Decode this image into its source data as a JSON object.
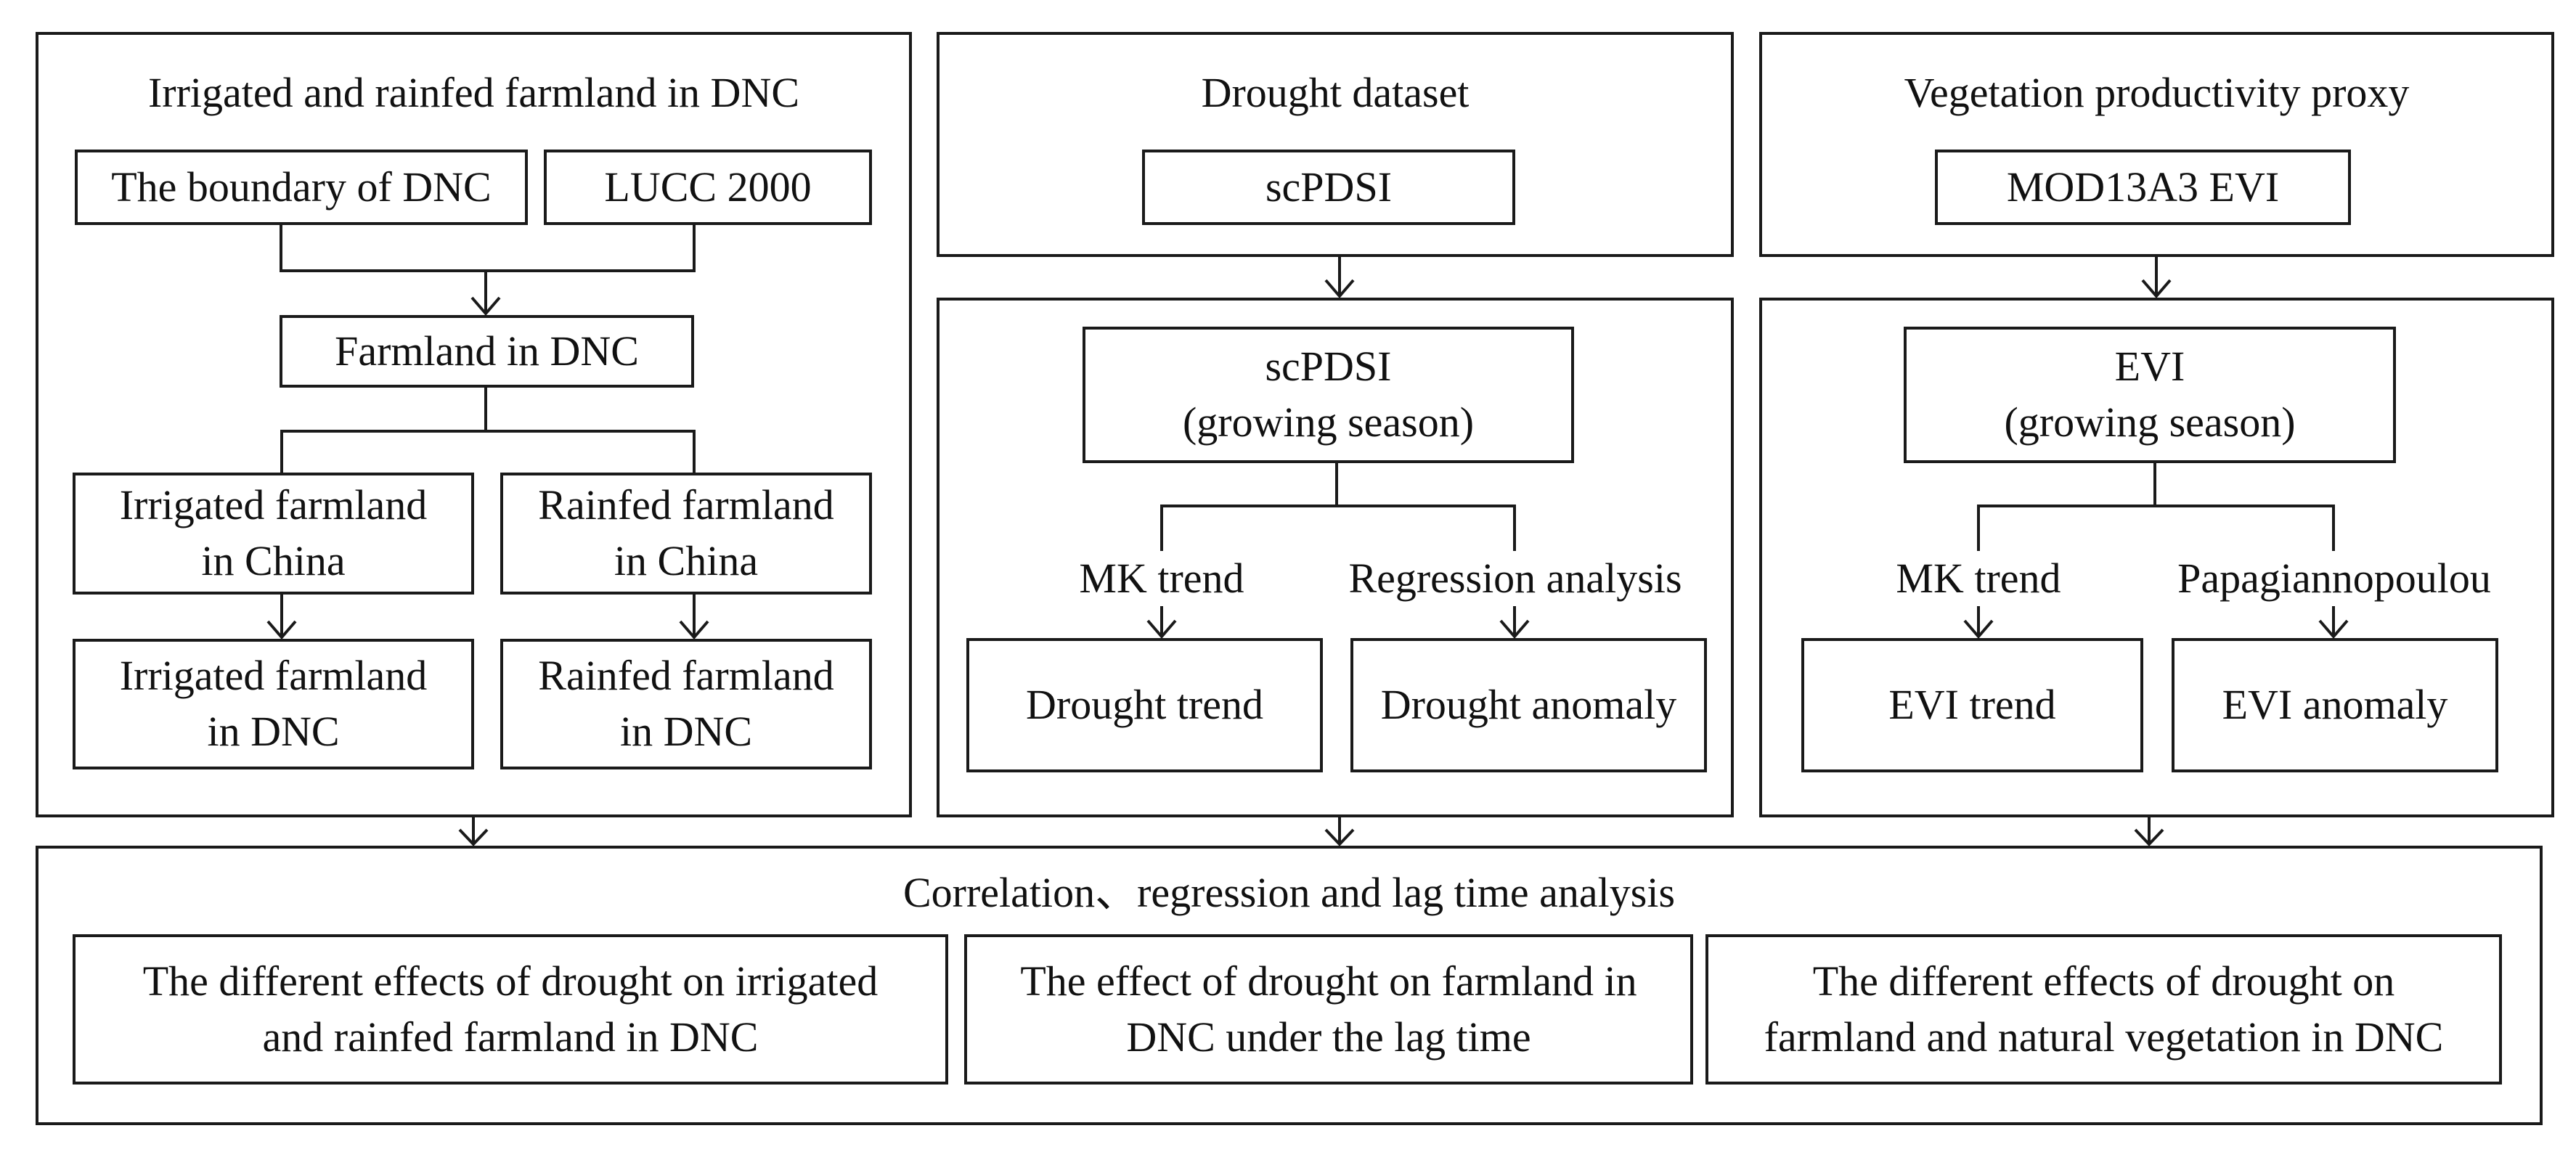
{
  "farmland": {
    "title": "Irrigated and rainfed farmland in DNC",
    "boundary": "The boundary of DNC",
    "lucc": "LUCC 2000",
    "farmland_dnc": "Farmland in DNC",
    "irrigated_china": "Irrigated farmland\nin China",
    "rainfed_china": "Rainfed farmland\nin China",
    "irrigated_dnc": "Irrigated farmland\nin DNC",
    "rainfed_dnc": "Rainfed farmland\nin DNC"
  },
  "drought": {
    "title": "Drought dataset",
    "scpdsi": "scPDSI",
    "scpdsi_growing": "scPDSI\n(growing season)",
    "mk_trend_label": "MK trend",
    "regression_label": "Regression analysis",
    "trend": "Drought trend",
    "anomaly": "Drought anomaly"
  },
  "vegetation": {
    "title": "Vegetation productivity proxy",
    "mod13a3": "MOD13A3 EVI",
    "evi_growing": "EVI\n(growing season)",
    "mk_trend_label": "MK trend",
    "papagiannopoulou_label": "Papagiannopoulou",
    "trend": "EVI trend",
    "anomaly": "EVI anomaly"
  },
  "analysis": {
    "title": "Correlation、regression and lag time analysis",
    "result_1": "The different effects of drought on irrigated\nand rainfed farmland in DNC",
    "result_2": "The effect of drought on farmland in\nDNC under the lag time",
    "result_3": "The different effects of drought on\nfarmland and natural vegetation in DNC"
  }
}
